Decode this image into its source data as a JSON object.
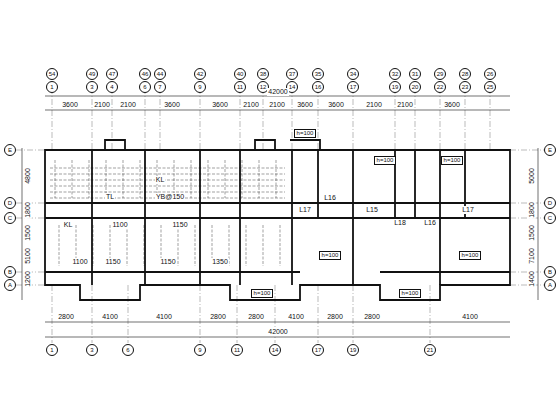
{
  "diagram": {
    "nodes": [
      {
        "text": [
          "54",
          "1"
        ]
      },
      {
        "text": [
          "49",
          "3"
        ]
      },
      {
        "text": [
          "47",
          "4"
        ]
      },
      {
        "text": [
          "46",
          "6"
        ]
      },
      {
        "text": [
          "44",
          "7"
        ]
      },
      {
        "text": [
          "42",
          "9"
        ]
      },
      {
        "text": [
          "40",
          "11"
        ]
      },
      {
        "text": [
          "38",
          "12"
        ]
      },
      {
        "text": [
          "37",
          "14"
        ]
      },
      {
        "text": [
          "35",
          "16"
        ]
      },
      {
        "text": [
          "34",
          "17"
        ]
      },
      {
        "text": [
          "32",
          "19"
        ]
      },
      {
        "text": [
          "31",
          "20"
        ]
      },
      {
        "text": [
          "29",
          "22"
        ]
      },
      {
        "text": [
          "28",
          "23"
        ]
      },
      {
        "text": [
          "26",
          "25"
        ]
      },
      {
        "text": [
          "E"
        ]
      },
      {
        "text": [
          "D"
        ]
      },
      {
        "text": [
          "C"
        ]
      },
      {
        "text": [
          "B"
        ]
      },
      {
        "text": [
          "A"
        ]
      },
      {
        "text": [
          "E"
        ]
      },
      {
        "text": [
          "D"
        ]
      },
      {
        "text": [
          "C"
        ]
      },
      {
        "text": [
          "B"
        ]
      },
      {
        "text": [
          "A"
        ]
      },
      {
        "text": [
          "1"
        ]
      },
      {
        "text": [
          "3"
        ]
      },
      {
        "text": [
          "6"
        ]
      },
      {
        "text": [
          "9"
        ]
      },
      {
        "text": [
          "11"
        ]
      },
      {
        "text": [
          "14"
        ]
      },
      {
        "text": [
          "17"
        ]
      },
      {
        "text": [
          "19"
        ]
      },
      {
        "text": [
          "21"
        ]
      },
      {
        "text": [
          "h=100"
        ]
      },
      {
        "text": [
          "h=100"
        ]
      },
      {
        "text": [
          "h=100"
        ]
      },
      {
        "text": [
          "h=100"
        ]
      },
      {
        "text": [
          "h=100"
        ]
      },
      {
        "text": [
          "h=100"
        ]
      },
      {
        "text": [
          "h=100"
        ]
      }
    ],
    "labels": [
      "42000",
      "3600",
      "2100",
      "2100",
      "3600",
      "3600",
      "2100",
      "2100",
      "3600",
      "3600",
      "2100",
      "2100",
      "3600",
      "2800",
      "4100",
      "4100",
      "2800",
      "2800",
      "4100",
      "2800",
      "2800",
      "4100",
      "42000",
      "4800",
      "1800",
      "1500",
      "5100",
      "1200",
      "5000",
      "1800",
      "1500",
      "7100",
      "1400",
      "L15",
      "L16",
      "L17",
      "L17",
      "L18",
      "L16",
      "1100",
      "1150",
      "1150",
      "1350",
      "1100",
      "1150",
      "KL",
      "KL",
      "TL",
      "YB@150"
    ]
  }
}
